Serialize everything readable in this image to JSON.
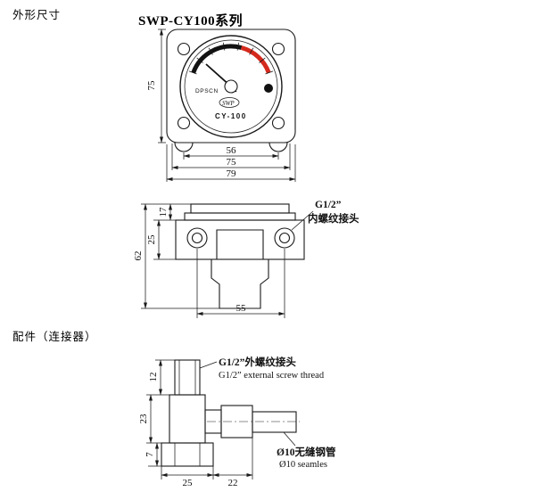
{
  "sections": {
    "dimensions_title": "外形尺寸",
    "accessory_title": "配件（连接器）"
  },
  "front_view": {
    "series_title": "SWP-CY100系列",
    "dial_brand": "DPSCN",
    "dial_logo": "SWP",
    "dial_model": "CY-100",
    "dim_height": "75",
    "dim_hole_span": "56",
    "dim_width_mid": "75",
    "dim_width_outer": "79"
  },
  "side_view": {
    "dim_bezel": "17",
    "dim_upper_body": "25",
    "dim_total_height": "62",
    "dim_port_span": "55",
    "label_thread_size": "G1/2”",
    "label_thread_type": "内螺纹接头"
  },
  "connector": {
    "dim_top": "12",
    "dim_body": "23",
    "dim_base": "7",
    "dim_base_width": "25",
    "dim_nut_offset": "22",
    "label_thread_cn": "G1/2”外螺纹接头",
    "label_thread_en": "G1/2” external screw thread",
    "label_pipe_cn": "Ø10无缝钢管",
    "label_pipe_en": "Ø10 seamles"
  },
  "colors": {
    "line": "#1a1a1a",
    "scale_black": "#111111",
    "scale_red": "#d42a1d"
  }
}
